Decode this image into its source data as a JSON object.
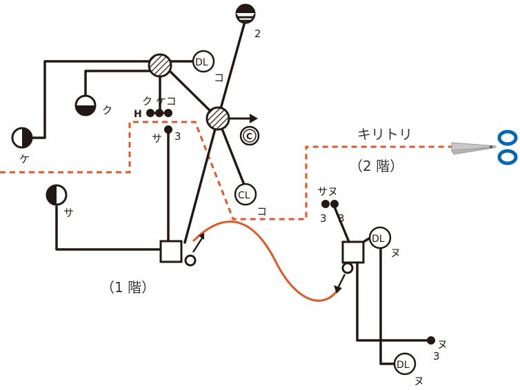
{
  "labels": {
    "kiritori": "キリトリ",
    "floor2": "（2 階）",
    "floor1": "（1 階）"
  },
  "switches": {
    "top_right_num": "2",
    "ku_label": "ク",
    "ke_label": "ケ",
    "sa_label": "サ",
    "h_label": "H",
    "group_top_label": "ク ケコ",
    "sa3_sa": "サ",
    "sa3_num": "3",
    "sanu_label": "サヌ",
    "sanu_3a": "3",
    "sanu_3b": "3",
    "nu3_nu": "ヌ",
    "nu3_num": "3"
  },
  "fixtures": {
    "dl_top_text": "DL",
    "dl_top_label": "コ",
    "c_text": "C",
    "cl_text": "CL",
    "cl_label": "コ",
    "dl_right_text": "DL",
    "dl_right_label": "ヌ",
    "dl_bottom_text": "DL",
    "dl_bottom_label": "ヌ"
  },
  "colors": {
    "wire": "#231815",
    "cutline": "#e8541f",
    "scissors_blue": "#0068b7"
  },
  "icons": {
    "scissors": "scissors-icon"
  }
}
